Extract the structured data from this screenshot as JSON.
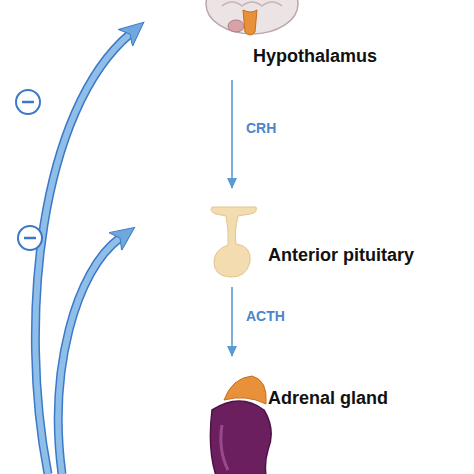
{
  "diagram": {
    "nodes": [
      {
        "text": [
          "Hypothalamus"
        ]
      },
      {
        "text": [
          "Anterior pituitary"
        ]
      },
      {
        "text": [
          "Adrenal gland"
        ]
      }
    ],
    "edges": [
      {
        "from": 0,
        "to": 1,
        "arrow": "to",
        "label": "CRH"
      },
      {
        "from": 1,
        "to": 2,
        "arrow": "to",
        "label": "ACTH"
      }
    ]
  }
}
